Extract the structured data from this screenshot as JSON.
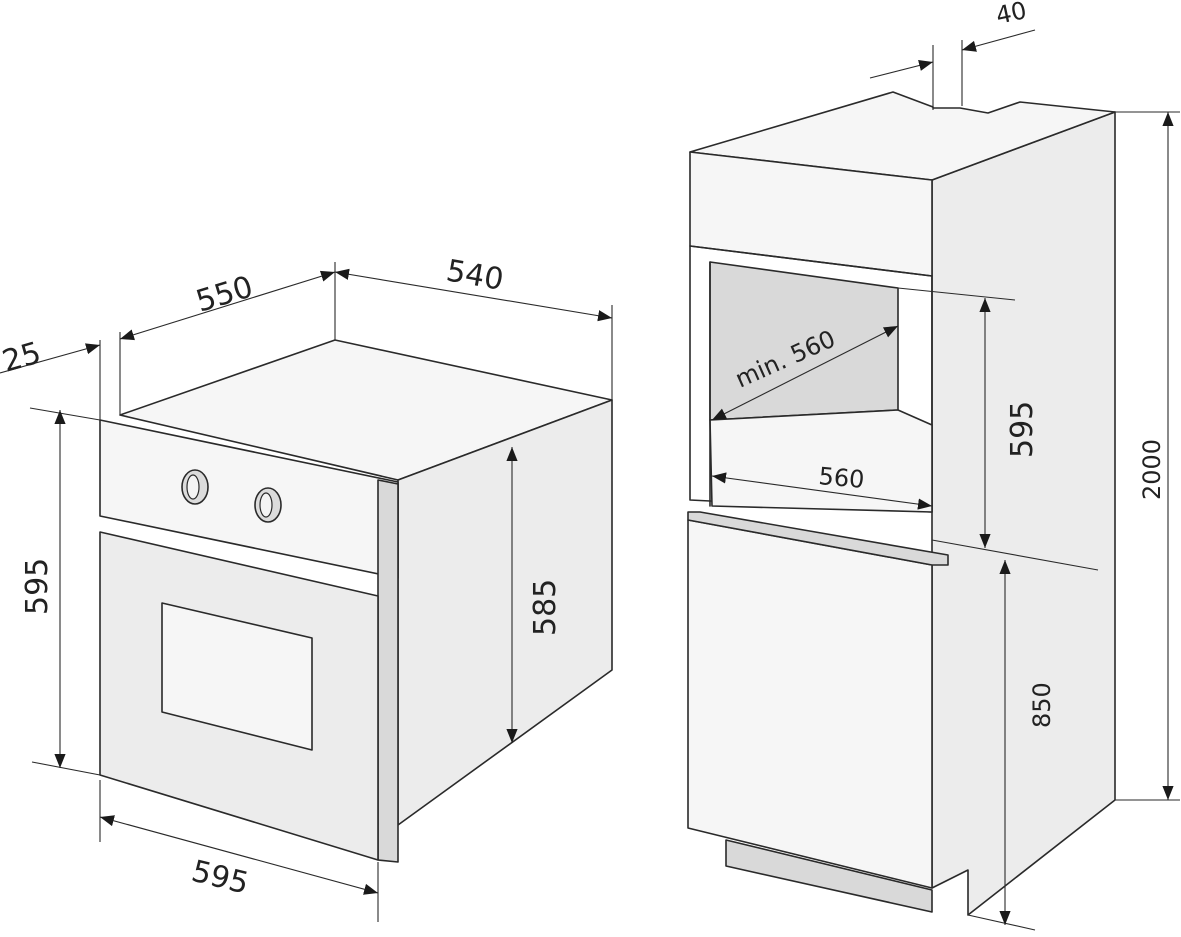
{
  "oven": {
    "dims": {
      "d25": "25",
      "d550": "550",
      "d540": "540",
      "h595": "595",
      "h585": "585",
      "w595": "595"
    }
  },
  "cabinet": {
    "dims": {
      "d40": "40",
      "min560": "min. 560",
      "w560": "560",
      "h595": "595",
      "h850": "850",
      "h2000": "2000"
    }
  }
}
